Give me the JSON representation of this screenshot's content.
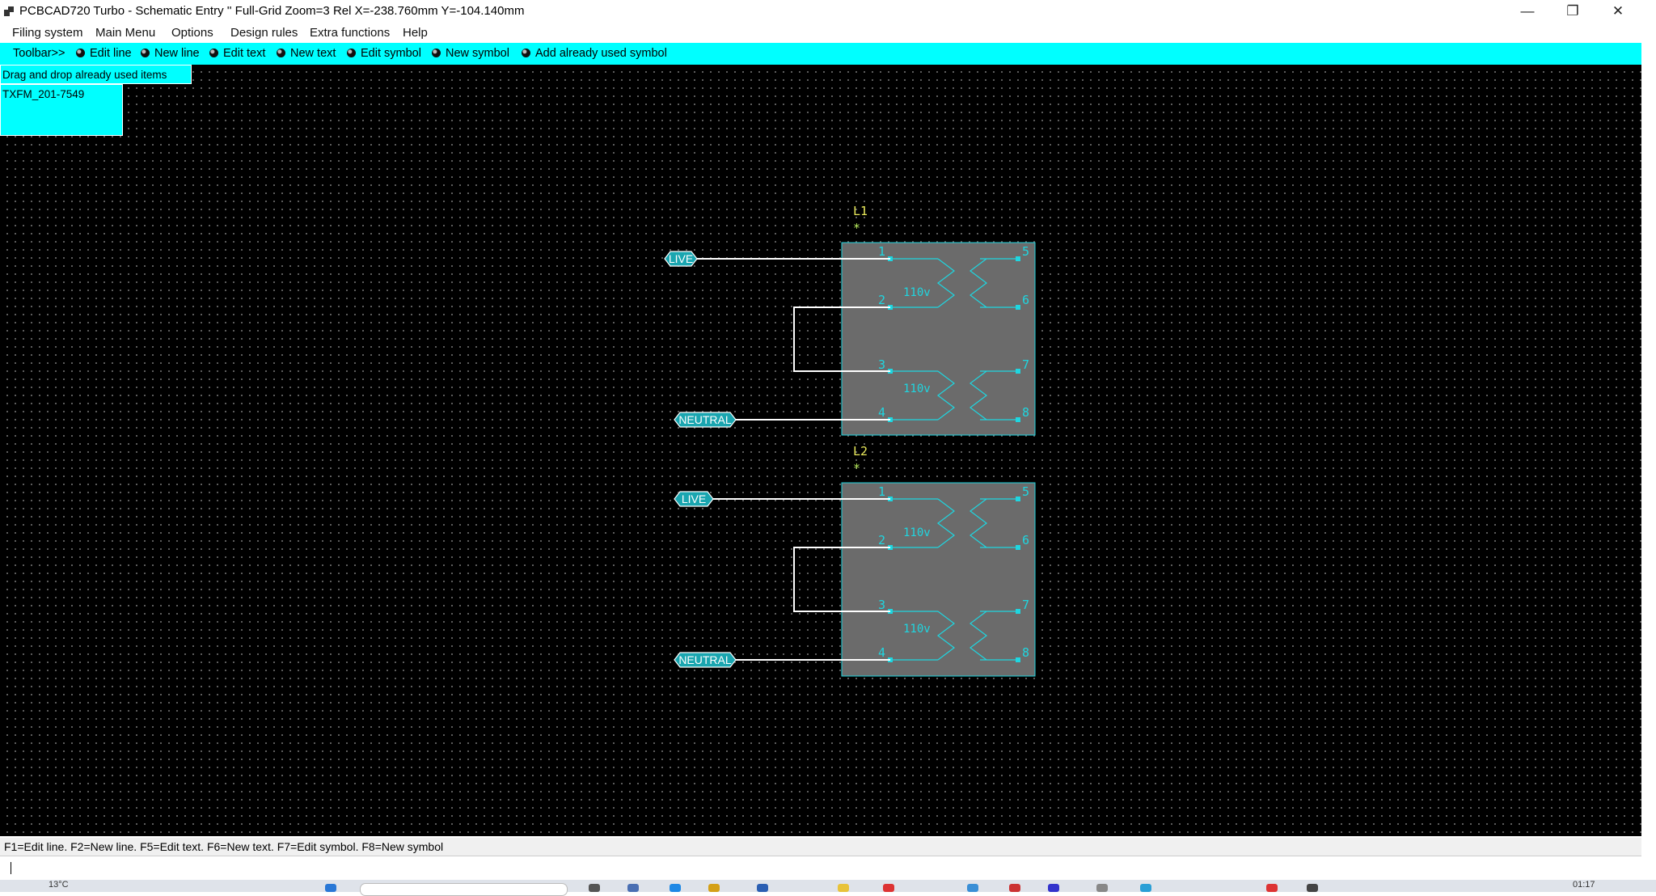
{
  "window": {
    "title": "PCBCAD720 Turbo - Schematic Entry '' Full-Grid Zoom=3 Rel X=-238.760mm Y=-104.140mm",
    "minimize": "—",
    "restore": "❐",
    "close": "✕"
  },
  "menu": [
    "Filing system",
    "Main Menu",
    "Options",
    "Design rules",
    "Extra functions",
    "Help"
  ],
  "toolbar": {
    "label": "Toolbar>>",
    "items": [
      "Edit line",
      "New line",
      "Edit text",
      "New text",
      "Edit symbol",
      "New symbol",
      "Add already used symbol"
    ]
  },
  "drag_panel": {
    "title": "Drag and drop already used items",
    "items": [
      "TXFM_201-7549"
    ]
  },
  "schematic": {
    "symbols": [
      {
        "ref": "L1",
        "pins_left": [
          "1",
          "2",
          "3",
          "4"
        ],
        "pins_right": [
          "5",
          "6",
          "7",
          "8"
        ],
        "windings": [
          "110v",
          "110v"
        ]
      },
      {
        "ref": "L2",
        "pins_left": [
          "1",
          "2",
          "3",
          "4"
        ],
        "pins_right": [
          "5",
          "6",
          "7",
          "8"
        ],
        "windings": [
          "110v",
          "110v"
        ]
      }
    ],
    "net_labels": [
      "LIVE",
      "NEUTRAL",
      "LIVE",
      "NEUTRAL"
    ],
    "colors": {
      "background": "#000000",
      "symbol_body": "#6b6b6b",
      "pin_cyan": "#1fd6e0",
      "ref_yellow": "#e8e85a",
      "wire": "#ffffff",
      "net_label": "#1aa6b0"
    }
  },
  "status": {
    "hint": "F1=Edit line. F2=New line. F5=Edit text. F6=New text. F7=Edit symbol. F8=New symbol"
  },
  "taskbar": {
    "weather": "13°C",
    "clock": "01:17"
  },
  "colors": {
    "toolbar": "#00ffff"
  }
}
